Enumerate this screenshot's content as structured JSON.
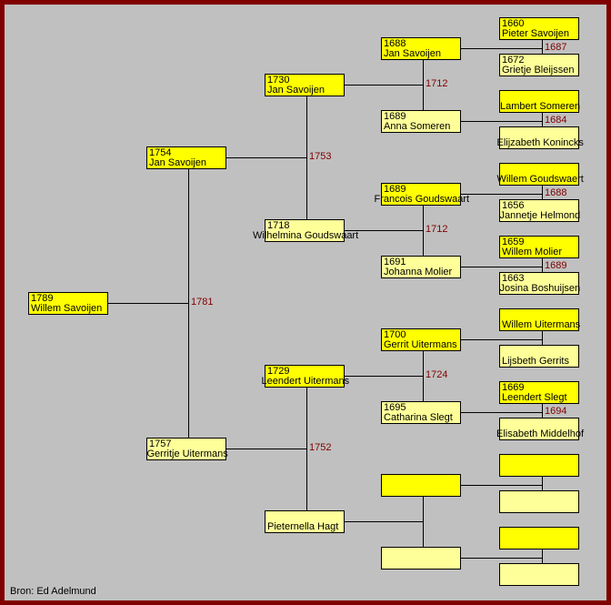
{
  "colors": {
    "male": "#ffff00",
    "female": "#ffff99",
    "marriage": "#800000",
    "frame": "#800000",
    "background": "#c0c0c0"
  },
  "generations": [
    [
      {
        "year": "1789",
        "name": "Willem Savoijen"
      }
    ],
    [
      {
        "year": "1754",
        "name": "Jan Savoijen"
      },
      {
        "year": "1757",
        "name": "Gerritje Uitermans"
      }
    ],
    [
      {
        "year": "1730",
        "name": "Jan Savoijen"
      },
      {
        "year": "1718",
        "name": "Wilhelmina Goudswaart"
      },
      {
        "year": "1729",
        "name": "Leendert Uitermans"
      },
      {
        "year": "",
        "name": "Pieternella Hagt"
      }
    ],
    [
      {
        "year": "1688",
        "name": "Jan Savoijen"
      },
      {
        "year": "1689",
        "name": "Anna Someren"
      },
      {
        "year": "1689",
        "name": "Francois Goudswaart"
      },
      {
        "year": "1691",
        "name": "Johanna Molier"
      },
      {
        "year": "1700",
        "name": "Gerrit Uitermans"
      },
      {
        "year": "1695",
        "name": "Catharina Slegt"
      },
      {
        "year": "",
        "name": ""
      },
      {
        "year": "",
        "name": ""
      }
    ],
    [
      {
        "year": "1660",
        "name": "Pieter Savoijen"
      },
      {
        "year": "1672",
        "name": "Grietje Bleijssen"
      },
      {
        "year": "",
        "name": "Lambert Someren"
      },
      {
        "year": "",
        "name": "Elijzabeth Konincks"
      },
      {
        "year": "",
        "name": "Willem Goudswaert"
      },
      {
        "year": "1656",
        "name": "Jannetje Helmond"
      },
      {
        "year": "1659",
        "name": "Willem Molier"
      },
      {
        "year": "1663",
        "name": "Josina Boshuijsen"
      },
      {
        "year": "",
        "name": "Willem Uitermans"
      },
      {
        "year": "",
        "name": "Lijsbeth Gerrits"
      },
      {
        "year": "1669",
        "name": "Leendert Slegt"
      },
      {
        "year": "",
        "name": "Elisabeth Middelhof"
      },
      {
        "year": "",
        "name": ""
      },
      {
        "year": "",
        "name": ""
      },
      {
        "year": "",
        "name": ""
      },
      {
        "year": "",
        "name": ""
      }
    ]
  ],
  "marriages": [
    [
      "1781"
    ],
    [
      "1753",
      "1752"
    ],
    [
      "1712",
      "1712",
      "1724",
      ""
    ],
    [
      "1687",
      "1684",
      "1688",
      "1689",
      "",
      "1694",
      "",
      ""
    ]
  ],
  "footer": "Bron: Ed Adelmund"
}
